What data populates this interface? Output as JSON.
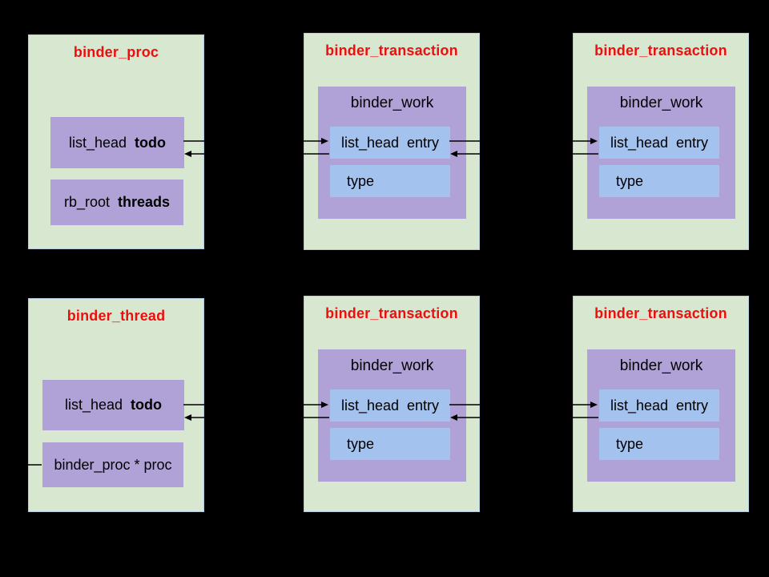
{
  "colors": {
    "background": "#000000",
    "panel-green": "#d8e7cf",
    "panel-border": "#b4c8e0",
    "inner-purple": "#b0a2d6",
    "inner-blue": "#a4c2ee",
    "title-red": "#ee0e0e",
    "text-black": "#000000",
    "arrow-black": "#000000"
  },
  "structs": {
    "proc": {
      "title": "binder_proc",
      "fields": [
        {
          "type": "list_head",
          "name": "todo"
        },
        {
          "type": "rb_root",
          "name": "threads"
        }
      ]
    },
    "thread": {
      "title": "binder_thread",
      "fields": [
        {
          "type": "list_head",
          "name": "todo"
        }
      ],
      "pointer_field": "binder_proc * proc"
    },
    "transaction": {
      "title": "binder_transaction",
      "work": {
        "title": "binder_work",
        "entry": {
          "type": "list_head",
          "name": "entry"
        },
        "type_label": "type"
      }
    }
  }
}
